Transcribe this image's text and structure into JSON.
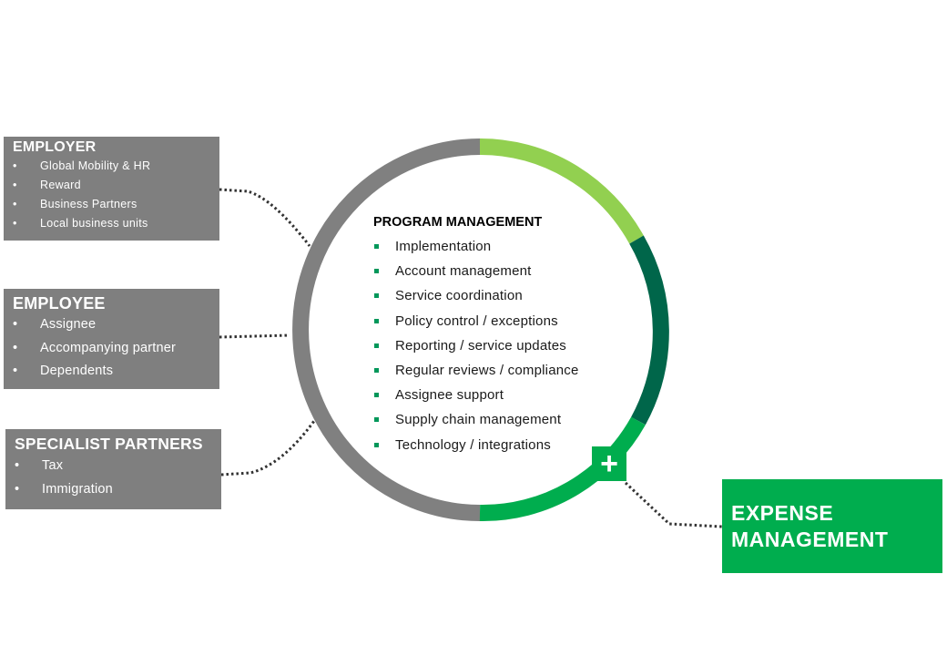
{
  "employer": {
    "title": "EMPLOYER",
    "items": [
      "Global Mobility & HR",
      "Reward",
      "Business Partners",
      "Local business units"
    ]
  },
  "employee": {
    "title": "EMPLOYEE",
    "items": [
      "Assignee",
      "Accompanying partner",
      "Dependents"
    ]
  },
  "specialist": {
    "title": "SPECIALIST PARTNERS",
    "items": [
      "Tax",
      "Immigration"
    ]
  },
  "program": {
    "title": "PROGRAM MANAGEMENT",
    "items": [
      "Implementation",
      "Account management",
      "Service coordination",
      "Policy control / exceptions",
      "Reporting / service updates",
      "Regular reviews / compliance",
      "Assignee support",
      "Supply chain management",
      "Technology / integrations"
    ]
  },
  "expense": {
    "line1": "EXPENSE",
    "line2": "MANAGEMENT"
  },
  "badge": {
    "symbol": "+"
  },
  "colors": {
    "panel_gray": "#7f7f7f",
    "ring_gray": "#808080",
    "ring_light_green": "#92d050",
    "ring_dark_green": "#00664a",
    "ring_green": "#00ad4e",
    "accent_green": "#00ad4e",
    "bullet_green": "#00975a"
  }
}
